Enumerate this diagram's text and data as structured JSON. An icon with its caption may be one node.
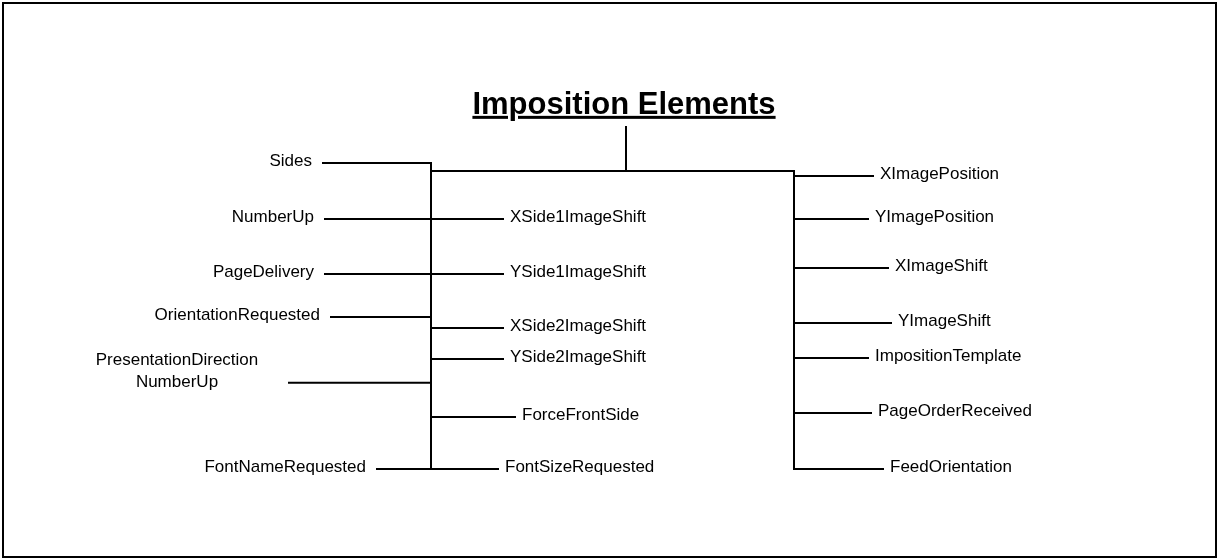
{
  "diagram": {
    "nodes": [
      {
        "text": [
          "Imposition Elements"
        ]
      },
      {
        "text": [
          "Sides"
        ]
      },
      {
        "text": [
          "NumberUp"
        ]
      },
      {
        "text": [
          "PageDelivery"
        ]
      },
      {
        "text": [
          "OrientationRequested"
        ]
      },
      {
        "text": [
          "PresentationDirection NumberUp"
        ]
      },
      {
        "text": [
          "FontNameRequested"
        ]
      },
      {
        "text": [
          "XSide1ImageShift"
        ]
      },
      {
        "text": [
          "YSide1ImageShift"
        ]
      },
      {
        "text": [
          "XSide2ImageShift"
        ]
      },
      {
        "text": [
          "YSide2ImageShift"
        ]
      },
      {
        "text": [
          "ForceFrontSide"
        ]
      },
      {
        "text": [
          "FontSizeRequested"
        ]
      },
      {
        "text": [
          "XImagePosition"
        ]
      },
      {
        "text": [
          "YImagePosition"
        ]
      },
      {
        "text": [
          "XImageShift"
        ]
      },
      {
        "text": [
          "YImageShift"
        ]
      },
      {
        "text": [
          "ImpositionTemplate"
        ]
      },
      {
        "text": [
          "PageOrderReceived"
        ]
      },
      {
        "text": [
          "FeedOrientation"
        ]
      }
    ],
    "edges": [
      {
        "from": 0,
        "to": 1,
        "arrow": "none"
      },
      {
        "from": 0,
        "to": 2,
        "arrow": "none"
      },
      {
        "from": 0,
        "to": 3,
        "arrow": "none"
      },
      {
        "from": 0,
        "to": 4,
        "arrow": "none"
      },
      {
        "from": 0,
        "to": 5,
        "arrow": "none"
      },
      {
        "from": 0,
        "to": 6,
        "arrow": "none"
      },
      {
        "from": 0,
        "to": 7,
        "arrow": "none"
      },
      {
        "from": 0,
        "to": 8,
        "arrow": "none"
      },
      {
        "from": 0,
        "to": 9,
        "arrow": "none"
      },
      {
        "from": 0,
        "to": 10,
        "arrow": "none"
      },
      {
        "from": 0,
        "to": 11,
        "arrow": "none"
      },
      {
        "from": 0,
        "to": 12,
        "arrow": "none"
      },
      {
        "from": 0,
        "to": 13,
        "arrow": "none"
      },
      {
        "from": 0,
        "to": 14,
        "arrow": "none"
      },
      {
        "from": 0,
        "to": 15,
        "arrow": "none"
      },
      {
        "from": 0,
        "to": 16,
        "arrow": "none"
      },
      {
        "from": 0,
        "to": 17,
        "arrow": "none"
      },
      {
        "from": 0,
        "to": 18,
        "arrow": "none"
      },
      {
        "from": 0,
        "to": 19,
        "arrow": "none"
      }
    ]
  }
}
